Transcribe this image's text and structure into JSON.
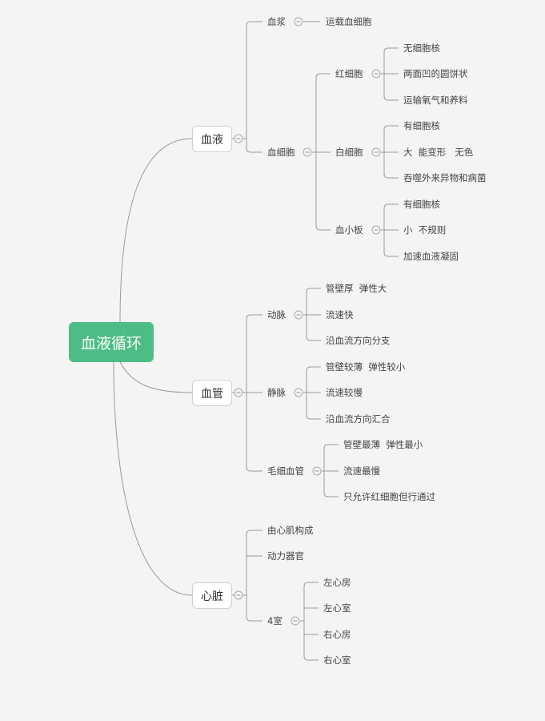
{
  "root": {
    "label": "血液循环"
  },
  "branches": [
    {
      "label": "血液",
      "children": [
        {
          "label": "血浆",
          "children": [
            {
              "label": "运载血细胞"
            }
          ]
        },
        {
          "label": "血细胞",
          "children": [
            {
              "label": "红细胞",
              "children": [
                {
                  "label": "无细胞核"
                },
                {
                  "label": "两面凹的圆饼状"
                },
                {
                  "label": "运输氧气和养料"
                }
              ]
            },
            {
              "label": "白细胞",
              "children": [
                {
                  "label": "有细胞核"
                },
                {
                  "label": "大  能变形   无色"
                },
                {
                  "label": "吞噬外来异物和病菌"
                }
              ]
            },
            {
              "label": "血小板",
              "children": [
                {
                  "label": "有细胞核"
                },
                {
                  "label": "小  不规则"
                },
                {
                  "label": "加速血液凝固"
                }
              ]
            }
          ]
        }
      ]
    },
    {
      "label": "血管",
      "children": [
        {
          "label": "动脉",
          "children": [
            {
              "label": "管壁厚  弹性大"
            },
            {
              "label": "流速快"
            },
            {
              "label": "沿血流方向分支"
            }
          ]
        },
        {
          "label": "静脉",
          "children": [
            {
              "label": "管壁较薄  弹性较小"
            },
            {
              "label": "流速较慢"
            },
            {
              "label": "沿血流方向汇合"
            }
          ]
        },
        {
          "label": "毛细血管",
          "children": [
            {
              "label": "管壁最薄  弹性最小"
            },
            {
              "label": "流速最慢"
            },
            {
              "label": "只允许红细胞但行通过"
            }
          ]
        }
      ]
    },
    {
      "label": "心脏",
      "children": [
        {
          "label": "由心肌构成"
        },
        {
          "label": "动力器官"
        },
        {
          "label": "4室",
          "children": [
            {
              "label": "左心房"
            },
            {
              "label": "左心室"
            },
            {
              "label": "右心房"
            },
            {
              "label": "右心室"
            }
          ]
        }
      ]
    }
  ]
}
